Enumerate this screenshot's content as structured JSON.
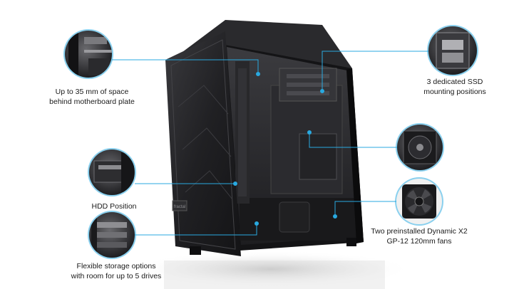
{
  "callouts": {
    "rear_space": {
      "line1": "Up to 35 mm of space",
      "line2": "behind motherboard plate"
    },
    "hdd": {
      "line1": "HDD Position"
    },
    "storage": {
      "line1": "Flexible storage options",
      "line2": "with room for up to 5 drives"
    },
    "ssd": {
      "line1": "3 dedicated SSD",
      "line2": "mounting positions"
    },
    "fans": {
      "line1": "Two preinstalled Dynamic X2",
      "line2": "GP-12 120mm fans"
    }
  },
  "case_badge": "fractal",
  "colors": {
    "callout_line": "#29a9e0",
    "case_dark": "#1c1c1e",
    "case_frame": "#0e0e10"
  }
}
